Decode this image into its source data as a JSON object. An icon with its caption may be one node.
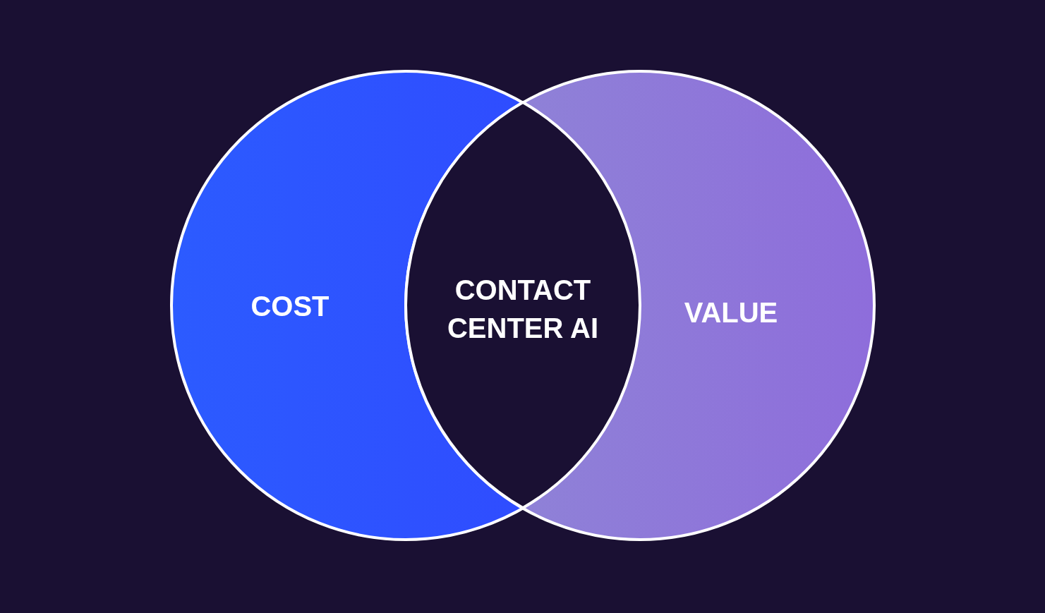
{
  "diagram": {
    "nodes": [
      {
        "text": [
          "COST"
        ]
      },
      {
        "text": [
          "CONTACT CENTER AI"
        ]
      },
      {
        "text": [
          "VALUE"
        ]
      }
    ],
    "edges": []
  }
}
